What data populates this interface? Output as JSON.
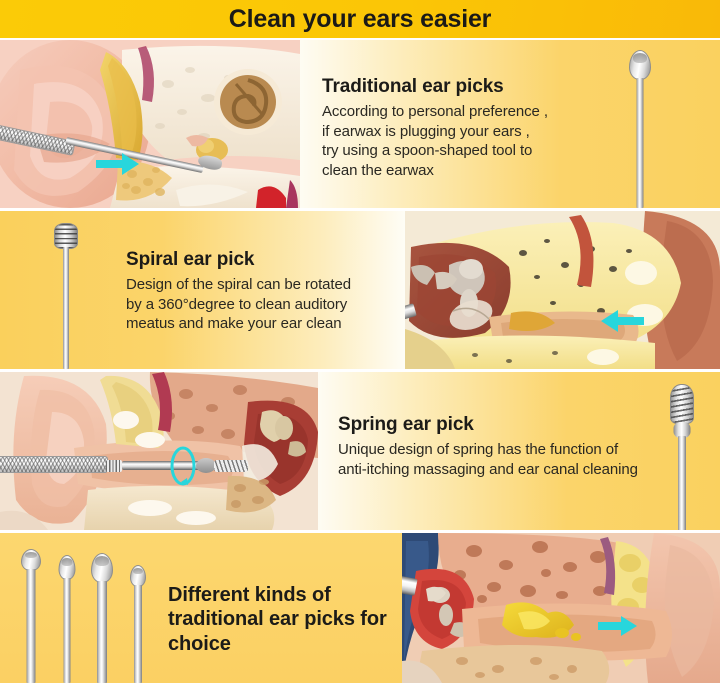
{
  "header": {
    "title": "Clean your ears easier",
    "background_color": "#fbcb07",
    "text_color": "#1b1a17"
  },
  "colors": {
    "gold": "#fbd46a",
    "header_gold": "#fbcb07",
    "arrow_cyan": "#28d6dc",
    "text_dark": "#1c1b18",
    "body_text": "#2a2822",
    "metal_light": "#ffffff",
    "metal_dark": "#8d8d8d",
    "earwax_yellow": "#e8c22c"
  },
  "sections": [
    {
      "id": "traditional-ear-picks",
      "heading": "Traditional ear picks",
      "body": "According to personal preference ,\nif earwax is plugging your ears ,\ntry using a spoon-shaped tool to\nclean the earwax",
      "body_lines": [
        "According to personal preference ,",
        "if earwax is plugging your ears ,",
        "try using a spoon-shaped tool to",
        "clean the earwax"
      ],
      "layout": "image-left-text-right",
      "illustration": "ear-anatomy-outer-ear-cross-section",
      "tool": "spoon-shaped-ear-pick",
      "arrow": "cyan-arrow-pointing-right"
    },
    {
      "id": "spiral-ear-pick",
      "heading": "Spiral ear pick",
      "body": "Design of the spiral can be rotated\nby a 360°degree to clean auditory\nmeatus and make your ear clean",
      "body_lines": [
        "Design of the spiral can be rotated",
        "by a 360°degree to clean auditory",
        "meatus and make your ear clean"
      ],
      "layout": "text-left-image-right",
      "illustration": "ear-anatomy-middle-ear-cross-section",
      "tool": "spiral-ear-pick",
      "arrow": "cyan-arrow-pointing-left"
    },
    {
      "id": "spring-ear-pick",
      "heading": "Spring ear pick",
      "body": "Unique design of spring has the function of\nanti-itching massaging and ear canal cleaning",
      "body_lines": [
        "Unique design of spring has the function of",
        "anti-itching massaging and ear canal cleaning"
      ],
      "layout": "image-left-text-right",
      "illustration": "ear-anatomy-ear-canal-cross-section",
      "tool": "spring-ear-pick",
      "arrow": "cyan-rotation-circle"
    },
    {
      "id": "different-kinds",
      "heading": "Different kinds of\ntraditional ear picks for\nchoice",
      "heading_lines": [
        "Different kinds of",
        "traditional ear picks for",
        "choice"
      ],
      "body": "",
      "body_lines": [],
      "layout": "tools-left-text-middle-image-right",
      "illustration": "ear-canal-with-earwax-cross-section",
      "tool": "four-spoon-ear-picks",
      "arrow": "cyan-arrow-pointing-right"
    }
  ]
}
